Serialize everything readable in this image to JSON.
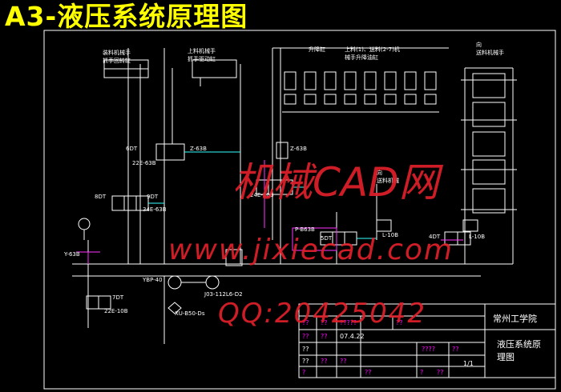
{
  "title": "A3-液压系统原理图",
  "watermark": {
    "line1": "机械CAD网",
    "line2": "www.jixiecad.com",
    "line3": "QQ:20425042"
  },
  "labels": {
    "top_left_1": "装料机械手",
    "top_left_2": "抓手回转缸",
    "up_hand": "上料机械手",
    "up_hand_2": "抓手驱动缸",
    "mid_top": "升降缸",
    "top_right_1": "上料(1)、送料(2-7)机",
    "top_right_2": "械手升降油缸",
    "right_top_1": "向",
    "right_top_2": "送料机械手",
    "mid_right_1": "向",
    "mid_right_2": "送料机械",
    "v_6dt": "6DT",
    "v_22e63b": "22E-63B",
    "v_z63b": "Z-63B",
    "v_8dt": "8DT",
    "v_9dt": "9DT",
    "v_34e63b": "34E-63B",
    "v_24e10b": "24E-10B",
    "v_z63b2": "Z-63B",
    "v_p_b63b": "P-B63B",
    "v_5dt": "5DT",
    "v_l10b": "L-10B",
    "v_4dt": "4DT",
    "v_l10b_r": "L-10B",
    "v_y63b": "Y-63B",
    "v_7dt": "7DT",
    "v_22e10b": "22E-10B",
    "v_ybp": "YBP-40",
    "v_motor": "J03-112L6-D2",
    "v_filter": "XU-B50-Ds"
  },
  "titleblock": {
    "school": "常州工学院",
    "drawing_name_1": "液压系统原",
    "drawing_name_2": "理图",
    "sheet": "1/1",
    "r1": [
      "??",
      "??",
      "?????",
      "??"
    ],
    "r2": [
      "??",
      "??",
      "07.4.22"
    ],
    "r3": [
      "??"
    ],
    "r4": [
      "??"
    ],
    "r5": [
      "????",
      "??"
    ],
    "r6": [
      "??",
      "??"
    ],
    "r7": [
      "?",
      "??",
      "?",
      "??"
    ]
  }
}
